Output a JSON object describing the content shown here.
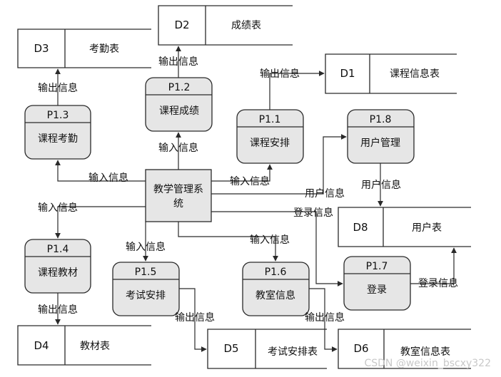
{
  "center": {
    "line1": "教学管理系",
    "line2": "统"
  },
  "processes": {
    "p11": {
      "id": "P1.1",
      "name": "课程安排"
    },
    "p12": {
      "id": "P1.2",
      "name": "课程成绩"
    },
    "p13": {
      "id": "P1.3",
      "name": "课程考勤"
    },
    "p14": {
      "id": "P1.4",
      "name": "课程教材"
    },
    "p15": {
      "id": "P1.5",
      "name": "考试安排"
    },
    "p16": {
      "id": "P1.6",
      "name": "教室信息"
    },
    "p17": {
      "id": "P1.7",
      "name": "登录"
    },
    "p18": {
      "id": "P1.8",
      "name": "用户管理"
    }
  },
  "stores": {
    "d1": {
      "id": "D1",
      "name": "课程信息表"
    },
    "d2": {
      "id": "D2",
      "name": "成绩表"
    },
    "d3": {
      "id": "D3",
      "name": "考勤表"
    },
    "d4": {
      "id": "D4",
      "name": "教材表"
    },
    "d5": {
      "id": "D5",
      "name": "考试安排表"
    },
    "d6": {
      "id": "D6",
      "name": "教室信息表"
    },
    "d8": {
      "id": "D8",
      "name": "用户表"
    }
  },
  "flows": {
    "output": "输出信息",
    "input": "输入信息",
    "user_info": "用户信息",
    "login_info": "登录信息"
  },
  "watermark": "CSDN @weixin_bscxy322"
}
